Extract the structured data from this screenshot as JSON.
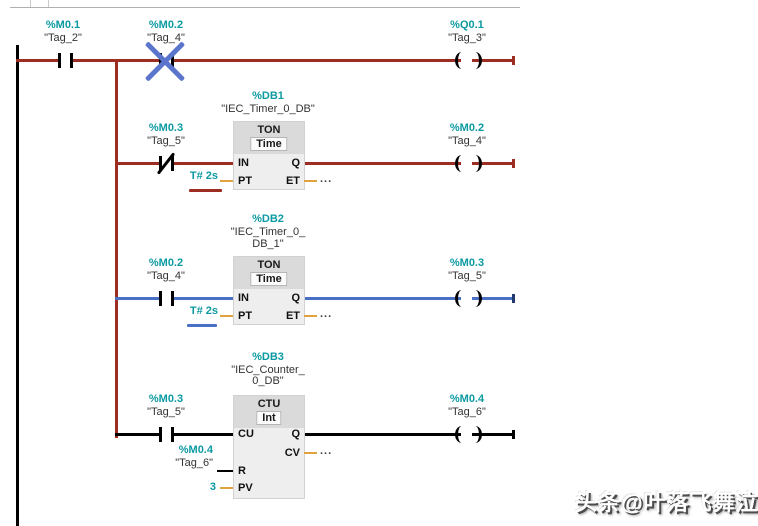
{
  "colors": {
    "operand_teal": "#0c9aa2",
    "rail_red": "#9d2c21",
    "rail_blue": "#4a70c6",
    "rail_black": "#000000",
    "param_orange": "#e0a23c",
    "cross_blue": "#5b74cc",
    "box_header": "#dadada",
    "box_body": "#eeeeee"
  },
  "rung1": {
    "contact1": {
      "address": "%M0.1",
      "tag": "\"Tag_2\""
    },
    "contact2": {
      "address": "%M0.2",
      "tag": "\"Tag_4\""
    },
    "coil": {
      "address": "%Q0.1",
      "tag": "\"Tag_3\""
    }
  },
  "rung2": {
    "contact": {
      "address": "%M0.3",
      "tag": "\"Tag_5\""
    },
    "block": {
      "db": "%DB1",
      "name": "\"IEC_Timer_0_DB\"",
      "type": "TON",
      "data_type": "Time",
      "pins": {
        "in": "IN",
        "pt": "PT",
        "q": "Q",
        "et": "ET"
      }
    },
    "pt_value": "T# 2s",
    "et_value": "...",
    "coil": {
      "address": "%M0.2",
      "tag": "\"Tag_4\""
    }
  },
  "rung3": {
    "contact": {
      "address": "%M0.2",
      "tag": "\"Tag_4\""
    },
    "block": {
      "db": "%DB2",
      "name_line1": "\"IEC_Timer_0_",
      "name_line2": "DB_1\"",
      "type": "TON",
      "data_type": "Time",
      "pins": {
        "in": "IN",
        "pt": "PT",
        "q": "Q",
        "et": "ET"
      }
    },
    "pt_value": "T# 2s",
    "et_value": "...",
    "coil": {
      "address": "%M0.3",
      "tag": "\"Tag_5\""
    }
  },
  "rung4": {
    "contact": {
      "address": "%M0.3",
      "tag": "\"Tag_5\""
    },
    "block": {
      "db": "%DB3",
      "name_line1": "\"IEC_Counter_",
      "name_line2": "0_DB\"",
      "type": "CTU",
      "data_type": "Int",
      "pins": {
        "cu": "CU",
        "r": "R",
        "pv": "PV",
        "q": "Q",
        "cv": "CV"
      }
    },
    "r_operand": {
      "address": "%M0.4",
      "tag": "\"Tag_6\""
    },
    "pv_value": "3",
    "cv_value": "...",
    "coil": {
      "address": "%M0.4",
      "tag": "\"Tag_6\""
    }
  },
  "watermark": "头条@叶落飞舞泣"
}
